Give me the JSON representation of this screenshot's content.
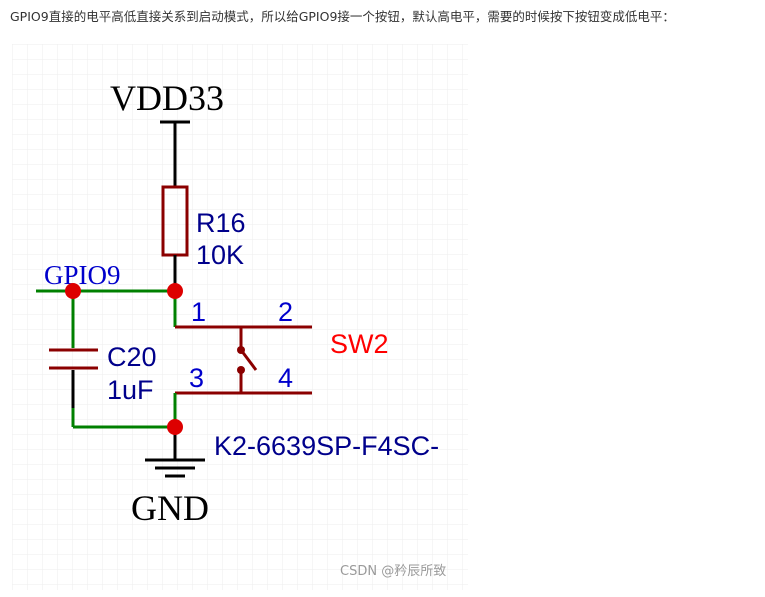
{
  "intro_text": "GPIO9直接的电平高低直接关系到启动模式，所以给GPIO9接一个按钮，默认高电平，需要的时候按下按钮变成低电平：",
  "schematic": {
    "power_label": "VDD33",
    "ground_label": "GND",
    "net_label": "GPIO9",
    "resistor": {
      "ref": "R16",
      "value": "10K"
    },
    "capacitor": {
      "ref": "C20",
      "value": "1uF"
    },
    "switch": {
      "ref": "SW2",
      "part": "K2-6639SP-F4SC-",
      "pins": [
        "1",
        "2",
        "3",
        "4"
      ]
    }
  },
  "watermark": "CSDN @矜辰所致",
  "colors": {
    "wire_green": "#008000",
    "component_darkred": "#8b0000",
    "junction_red": "#dd0000",
    "pin_blue": "#0000cc",
    "text_navy": "#00008b",
    "ref_red": "#ff0000",
    "grid": "#eeeeee"
  }
}
